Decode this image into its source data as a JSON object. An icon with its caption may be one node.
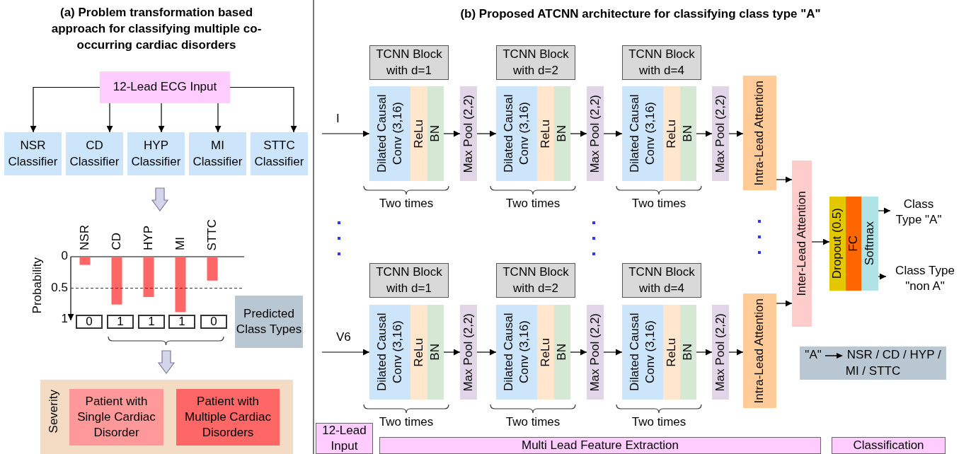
{
  "diagram": {
    "nodes": [
      {
        "text": [
          "12-Lead ECG Input"
        ]
      },
      {
        "text": [
          "NSR Classifier"
        ]
      },
      {
        "text": [
          "CD Classifier"
        ]
      },
      {
        "text": [
          "HYP Classifier"
        ]
      },
      {
        "text": [
          "MI Classifier"
        ]
      },
      {
        "text": [
          "STTC Classifier"
        ]
      },
      {
        "text": [
          "0"
        ]
      },
      {
        "text": [
          "1"
        ]
      },
      {
        "text": [
          "1"
        ]
      },
      {
        "text": [
          "1"
        ]
      },
      {
        "text": [
          "0"
        ]
      },
      {
        "text": [
          "Predicted Class Types"
        ]
      },
      {
        "text": [
          "Severity"
        ]
      },
      {
        "text": [
          "Patient with Single Cardiac Disorder"
        ],
        "in": 12
      },
      {
        "text": [
          "Patient with Multiple Cardiac Disorders"
        ],
        "in": 12
      },
      {
        "text": [
          "TCNN Block with d=1"
        ]
      },
      {
        "text": [
          "Dilated Causal Conv (3,16)"
        ]
      },
      {
        "text": [
          "ReLu"
        ]
      },
      {
        "text": [
          "BN"
        ]
      },
      {
        "text": [
          "Max Pool (2,2)"
        ]
      },
      {
        "text": [
          "TCNN Block with d=2"
        ]
      },
      {
        "text": [
          "Dilated Causal Conv (3,16)"
        ]
      },
      {
        "text": [
          "ReLu"
        ]
      },
      {
        "text": [
          "BN"
        ]
      },
      {
        "text": [
          "Max Pool (2,2)"
        ]
      },
      {
        "text": [
          "TCNN Block with d=4"
        ]
      },
      {
        "text": [
          "Dilated Causal Conv (3,16)"
        ]
      },
      {
        "text": [
          "ReLu"
        ]
      },
      {
        "text": [
          "BN"
        ]
      },
      {
        "text": [
          "Max Pool (2,2)"
        ]
      },
      {
        "text": [
          "Intra-Lead Attention"
        ]
      },
      {
        "text": [
          "Inter-Lead Attention"
        ]
      },
      {
        "text": [
          "Dropout (0.5)"
        ]
      },
      {
        "text": [
          "FC"
        ]
      },
      {
        "text": [
          "Softmax"
        ]
      },
      {
        "text": [
          "Class Type \"A\""
        ]
      },
      {
        "text": [
          "Class Type \"non A\""
        ]
      },
      {
        "text": [
          "TCNN Block with d=1"
        ]
      },
      {
        "text": [
          "Dilated Causal Conv (3,16)"
        ]
      },
      {
        "text": [
          "ReLu"
        ]
      },
      {
        "text": [
          "BN"
        ]
      },
      {
        "text": [
          "Max Pool (2,2)"
        ]
      },
      {
        "text": [
          "TCNN Block with d=2"
        ]
      },
      {
        "text": [
          "Dilated Causal Conv (3,16)"
        ]
      },
      {
        "text": [
          "ReLu"
        ]
      },
      {
        "text": [
          "BN"
        ]
      },
      {
        "text": [
          "Max Pool (2,2)"
        ]
      },
      {
        "text": [
          "TCNN Block with d=4"
        ]
      },
      {
        "text": [
          "Dilated Causal Conv (3,16)"
        ]
      },
      {
        "text": [
          "ReLu"
        ]
      },
      {
        "text": [
          "BN"
        ]
      },
      {
        "text": [
          "Max Pool (2,2)"
        ]
      },
      {
        "text": [
          "Intra-Lead Attention"
        ]
      },
      {
        "text": [
          "\"A\"",
          "NSR / CD / HYP / MI / STTC"
        ]
      },
      {
        "text": [
          "12-Lead Input"
        ]
      },
      {
        "text": [
          "Multi Lead Feature Extraction"
        ]
      },
      {
        "text": [
          "Classification"
        ]
      }
    ],
    "edges": [
      {
        "from": 0,
        "to": 1,
        "arrow": "to"
      },
      {
        "from": 0,
        "to": 2,
        "arrow": "to"
      },
      {
        "from": 0,
        "to": 3,
        "arrow": "to"
      },
      {
        "from": 0,
        "to": 4,
        "arrow": "to"
      },
      {
        "from": 0,
        "to": 5,
        "arrow": "to"
      },
      {
        "from": null,
        "to": 16,
        "label": "I",
        "arrow": "to"
      },
      {
        "from": 18,
        "to": 19,
        "arrow": "to"
      },
      {
        "from": 19,
        "to": 21,
        "arrow": "to"
      },
      {
        "from": 23,
        "to": 24,
        "arrow": "to"
      },
      {
        "from": 24,
        "to": 26,
        "arrow": "to"
      },
      {
        "from": 28,
        "to": 29,
        "arrow": "to"
      },
      {
        "from": 29,
        "to": 30,
        "arrow": "to"
      },
      {
        "from": 30,
        "to": 31,
        "arrow": "to"
      },
      {
        "from": null,
        "to": 38,
        "label": "V6",
        "arrow": "to"
      },
      {
        "from": 40,
        "to": 41,
        "arrow": "to"
      },
      {
        "from": 41,
        "to": 43,
        "arrow": "to"
      },
      {
        "from": 45,
        "to": 46,
        "arrow": "to"
      },
      {
        "from": 46,
        "to": 48,
        "arrow": "to"
      },
      {
        "from": 50,
        "to": 51,
        "arrow": "to"
      },
      {
        "from": 51,
        "to": 52,
        "arrow": "to"
      },
      {
        "from": 52,
        "to": 31,
        "arrow": "to"
      },
      {
        "from": 31,
        "to": 32,
        "arrow": "to"
      },
      {
        "from": 34,
        "to": 35,
        "arrow": "to"
      },
      {
        "from": 34,
        "to": 36,
        "arrow": "to"
      }
    ],
    "labels": [
      "(a) Problem transformation based approach for classifying multiple co-occurring cardiac disorders",
      "(b) Proposed ATCNN architecture for classifying class type \"A\"",
      "Two times",
      "Two times",
      "Two times",
      "Two times",
      "Two times",
      "Two times"
    ],
    "chart_data": {
      "type": "bar",
      "ylabel": "Probability",
      "categories": [
        "NSR",
        "CD",
        "HYP",
        "MI",
        "STTC"
      ],
      "values": [
        0.13,
        0.76,
        0.64,
        0.88,
        0.38
      ],
      "ylim": [
        1,
        0
      ],
      "yticks": [
        0,
        0.5,
        1
      ]
    }
  }
}
